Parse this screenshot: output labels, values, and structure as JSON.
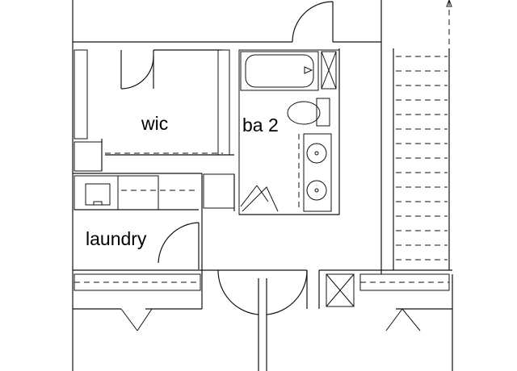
{
  "plan": {
    "rooms": [
      {
        "id": "wic",
        "label": "wic"
      },
      {
        "id": "ba2",
        "label": "ba 2"
      },
      {
        "id": "laundry",
        "label": "laundry"
      }
    ]
  }
}
